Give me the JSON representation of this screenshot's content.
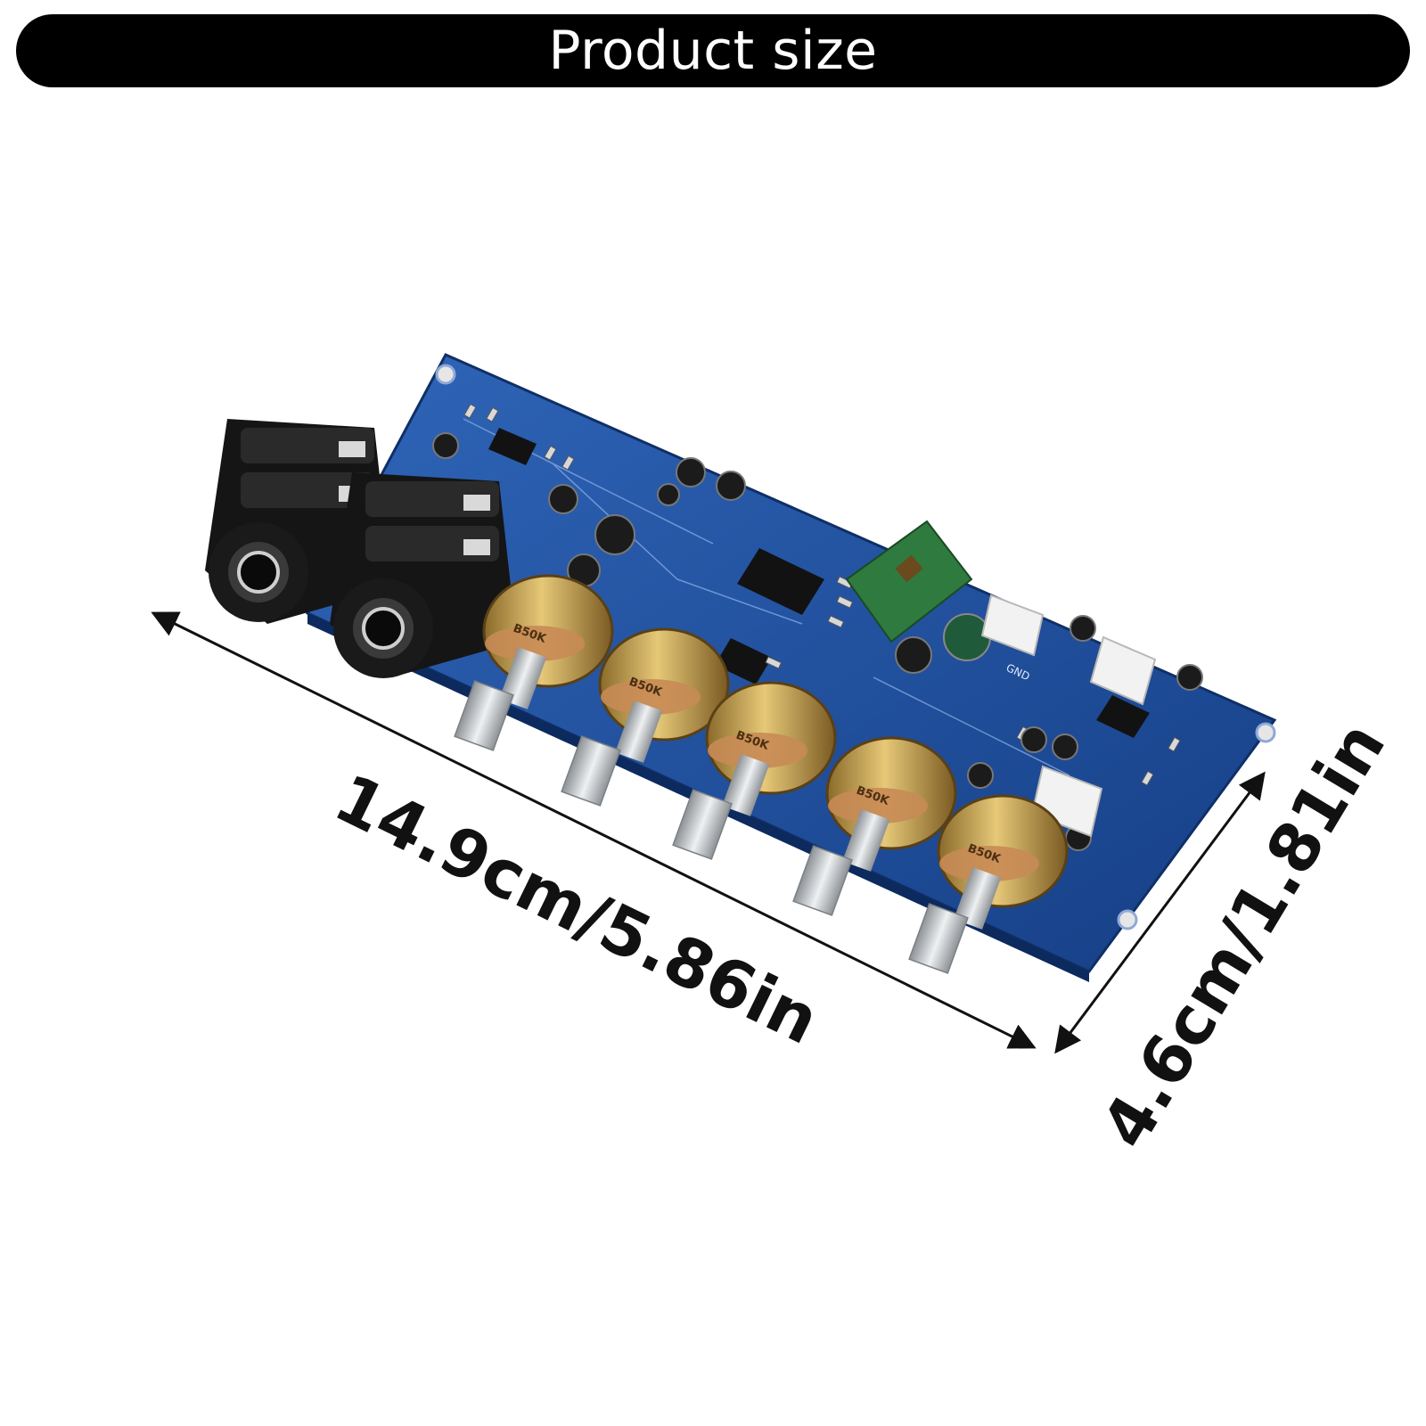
{
  "header": {
    "title": "Product size"
  },
  "dimensions": {
    "length_label": "14.9cm/5.86in",
    "width_label": "4.6cm/1.81in"
  },
  "product": {
    "pot_labels": [
      "B50K",
      "B50K",
      "B50K",
      "B50K",
      "B50K"
    ],
    "connector_label": "GND",
    "colors": {
      "pcb": "#1f4f9c",
      "pot_body": "#c9a14a",
      "jack": "#151515",
      "shaft": "#cfd3d6"
    }
  }
}
